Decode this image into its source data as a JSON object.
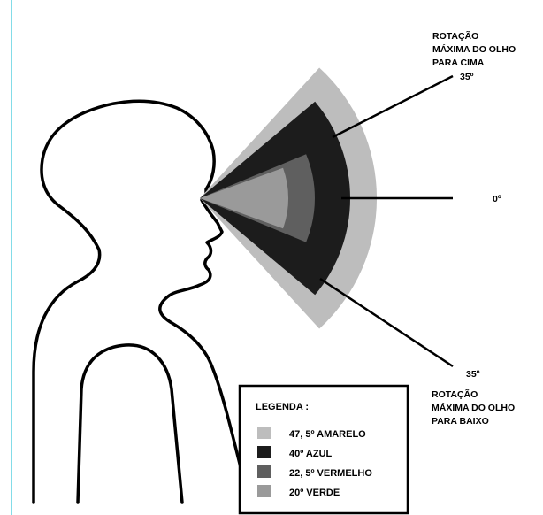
{
  "labels": {
    "upper_title_lines": [
      "ROTAÇÃO",
      "MÁXIMA DO OLHO",
      "PARA CIMA"
    ],
    "upper_angle": "35º",
    "center_angle": "0º",
    "lower_angle": "35º",
    "lower_title_lines": [
      "ROTAÇÃO",
      "MÁXIMA DO OLHO",
      "PARA BAIXO"
    ]
  },
  "legend": {
    "title": "LEGENDA :",
    "items": [
      {
        "label": "47, 5º AMARELO",
        "color": "#bdbdbd"
      },
      {
        "label": "40º AZUL",
        "color": "#1c1c1c"
      },
      {
        "label": "22, 5º VERMELHO",
        "color": "#5f5f5f"
      },
      {
        "label": "20º VERDE",
        "color": "#9a9a9a"
      }
    ]
  },
  "colors": {
    "left_rule": "#5ad0e0",
    "cone_outer": "#bdbdbd",
    "cone_blue": "#1c1c1c",
    "cone_red": "#5f5f5f",
    "cone_green": "#9a9a9a"
  }
}
